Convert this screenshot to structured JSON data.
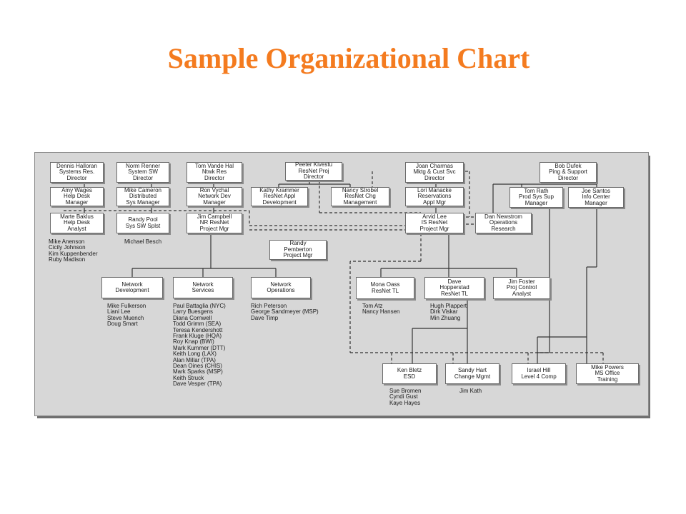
{
  "title": "Sample Organizational Chart",
  "colors": {
    "title": "#f47b1f",
    "panel": "#d7d7d7",
    "box": "#ffffff",
    "line": "#333333"
  },
  "boxes": {
    "dennis": [
      "Dennis Halloran",
      "Systems Res.",
      "Director"
    ],
    "norm": [
      "Norm Renner",
      "System SW",
      "Director"
    ],
    "tom_vande": [
      "Tom Vande Hal",
      "Ntwk Res",
      "Director"
    ],
    "peeter": [
      "Peeter Kivestu",
      "ResNet Proj",
      "Director"
    ],
    "joan": [
      "Joan Charmas",
      "Mktg & Cust Svc",
      "Director"
    ],
    "bob": [
      "Bob Dufek",
      "Ping & Support",
      "Director"
    ],
    "amy": [
      "Amy Wages",
      "Help Desk",
      "Manager"
    ],
    "mike_c": [
      "Mike Cameron",
      "Distributed",
      "Sys Manager"
    ],
    "ron": [
      "Ron Vychal",
      "Network Dev",
      "Manager"
    ],
    "kathy": [
      "Kathy Krammer",
      "ResNet Appl",
      "Development"
    ],
    "nancy_s": [
      "Nancy Strobel",
      "ResNet Chg",
      "Management"
    ],
    "lori": [
      "Lori Manacke",
      "Reservations",
      "Appl Mgr"
    ],
    "tom_rath": [
      "Tom Rath",
      "Prod Sys Sup",
      "Manager"
    ],
    "joe": [
      "Joe Santos",
      "Info Center",
      "Manager"
    ],
    "marte": [
      "Marte Baklus",
      "Help Desk",
      "Analyst"
    ],
    "randy_p": [
      "Randy Pool",
      "Sys SW Splst"
    ],
    "jim_c": [
      "Jim Campbell",
      "NR ResNet",
      "Project Mgr"
    ],
    "arvid": [
      "Arvid Lee",
      "IS ResNet",
      "Project Mgr"
    ],
    "dan": [
      "Dan Newstrom",
      "Operations",
      "Research"
    ],
    "randy_pem": [
      "Randy",
      "Pemberton",
      "Project Mgr"
    ],
    "net_dev": [
      "Network",
      "Development"
    ],
    "net_svc": [
      "Network",
      "Services"
    ],
    "net_ops": [
      "Network",
      "Operations"
    ],
    "mona": [
      "Mona Oass",
      "ResNet TL"
    ],
    "dave_h": [
      "Dave",
      "Hopperstad",
      "ResNet TL"
    ],
    "jim_f": [
      "Jim Foster",
      "Proj Control",
      "Analyst"
    ],
    "ken": [
      "Ken Bletz",
      "ESD"
    ],
    "sandy": [
      "Sandy Hart",
      "Change Mgmt"
    ],
    "israel": [
      "Israel Hill",
      "Level 4 Comp"
    ],
    "mike_p": [
      "Mike Powers",
      "MS Office",
      "Training"
    ]
  },
  "name_lists": {
    "helpdesk": [
      "Mike Anenson",
      "Cicily Johnson",
      "Kim Kuppenbender",
      "Ruby Madison"
    ],
    "sys_sw": [
      "Michael Besch"
    ],
    "net_dev": [
      "Mike Fulkerson",
      "Liani Lee",
      "Steve Muench",
      "Doug Smart"
    ],
    "net_svc": [
      "Paul Battaglia (NYC)",
      "Larry Buesgens",
      "Diana Cornwell",
      "Todd Grimm (SEA)",
      "Teresa Kendershott",
      "Frank Kluge (HQA)",
      "Roy Knap (BWI)",
      "Mark Kummer (DTT)",
      "Keith Long (LAX)",
      "Alan Millar (TPA)",
      "Dean Oines (CHIS)",
      "Mark Sparks (MSP)",
      "Keith Struck",
      "Dave Vesper (TPA)"
    ],
    "net_ops": [
      "Rich Peterson",
      "George Sandmeyer (MSP)",
      "Dave Timp"
    ],
    "mona": [
      "Tom Atz",
      "Nancy Hansen"
    ],
    "dave_h": [
      "Hugh Plappert",
      "Dirk Viskar",
      "Min Zhuang"
    ],
    "ken": [
      "Sue Bromen",
      "Cyndi Gust",
      "Kaye Hayes"
    ],
    "sandy": [
      "Jim Kath"
    ]
  }
}
